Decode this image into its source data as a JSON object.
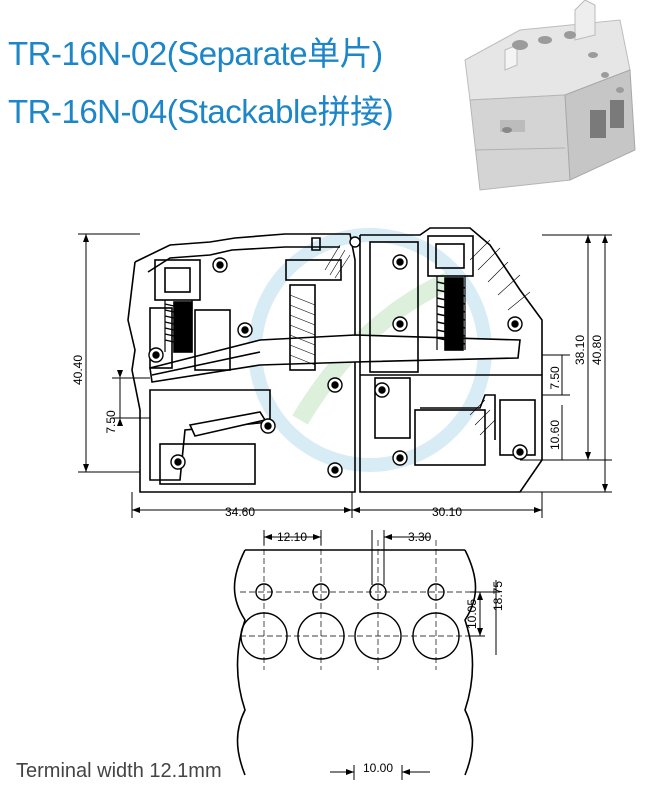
{
  "header": {
    "title_separate": "TR-16N-02(Separate单片)",
    "title_stackable": "TR-16N-04(Stackable拼接)"
  },
  "photo": {
    "subject": "terminal-block-photo"
  },
  "side_view": {
    "dims": {
      "height_left": "40.40",
      "offset_left": "7.50",
      "width_left": "34.60",
      "width_right": "30.10",
      "height_right_a": "38.10",
      "height_right_b": "40.80",
      "offset_right": "7.50",
      "lower_right": "10.60"
    }
  },
  "pcb_layout": {
    "dims": {
      "pitch": "12.10",
      "hole": "3.30",
      "row_gap": "10.05",
      "total": "18.75",
      "big_hole": "10.00"
    }
  },
  "footer": {
    "note": "Terminal width 12.1mm"
  },
  "colors": {
    "title": "#1c86c8",
    "line": "#000000",
    "watermark": "#8ec9e6"
  }
}
